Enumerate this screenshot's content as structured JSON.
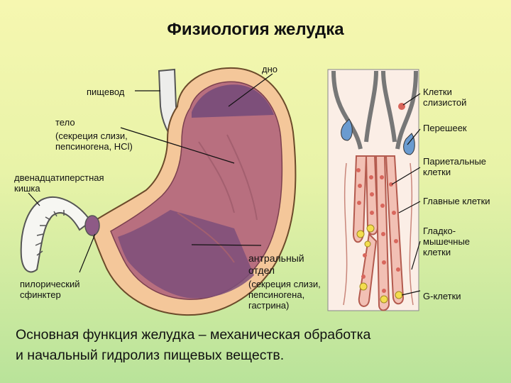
{
  "title": "Физиология желудка",
  "stomach_labels": {
    "fundus": "дно",
    "esophagus": "пищевод",
    "body": "тело",
    "body_secretion": [
      "(секреция слизи,",
      "пепсиногена, HCl)"
    ],
    "duodenum": [
      "двенадцатиперстная",
      "кишка"
    ],
    "pyloric_sphincter": [
      "пилорический",
      "сфинктер"
    ],
    "antrum": [
      "антральный",
      "отдел"
    ],
    "antrum_secretion": [
      "(секреция слизи,",
      "пепсиногена,",
      "гастрина)"
    ]
  },
  "gland_labels": {
    "mucous_cells": [
      "Клетки",
      "слизистой"
    ],
    "isthmus": "Перешеек",
    "parietal_cells": [
      "Париетальные",
      "клетки"
    ],
    "chief_cells": "Главные клетки",
    "smooth_muscle": [
      "Гладко-",
      "мышечные",
      "клетки"
    ],
    "g_cells": "G-клетки"
  },
  "footer": [
    "Основная функция желудка – механическая обработка",
    "и начальный гидролиз пищевых веществ."
  ],
  "colors": {
    "stomach_wall": "#f4c79a",
    "stomach_inner": "#b86f7f",
    "region_shading": "#7d4f7a",
    "gland_panel": "#fbeee6",
    "cell_red": "#d8665c",
    "g_cell_yellow": "#f3dd4e"
  }
}
